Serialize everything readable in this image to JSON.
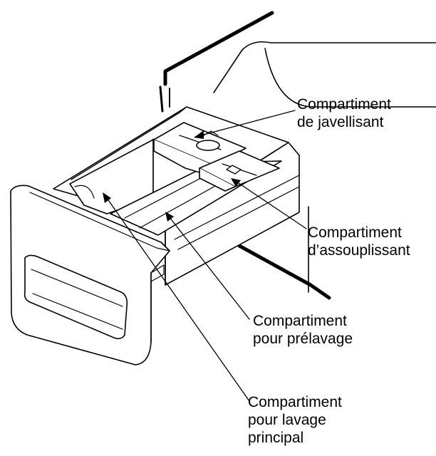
{
  "labels": {
    "bleach": {
      "line1": "Compartiment",
      "line2": "de javellisant"
    },
    "softener": {
      "line1": "Compartiment",
      "line2": "d’assouplissant"
    },
    "prewash": {
      "line1": "Compartiment",
      "line2": "pour prélavage"
    },
    "main_wash": {
      "line1": "Compartiment",
      "line2": "pour lavage",
      "line3": "principal"
    }
  },
  "colors": {
    "line": "#000000",
    "fill": "#ffffff",
    "shade": "#e6e6e6"
  }
}
